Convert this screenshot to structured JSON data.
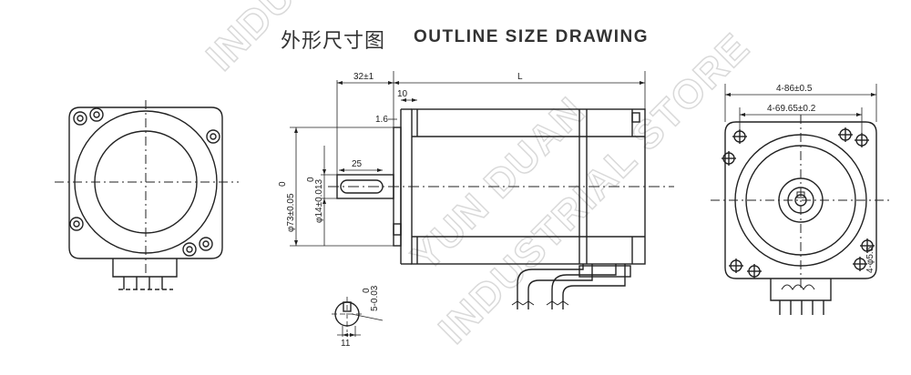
{
  "title": {
    "chinese": "外形尺寸图",
    "english": "OUTLINE SIZE DRAWING"
  },
  "side_view": {
    "shaft_length": "32±1",
    "body_length": "L",
    "flange_thickness": "10",
    "step": "1.6",
    "key_length": "25",
    "pilot_diameter": "φ73±0.05",
    "pilot_tolerance_zero": "0",
    "shaft_diameter": "φ14±0.013",
    "shaft_tolerance_zero": "0"
  },
  "shaft_section": {
    "key_width": "5-0.03",
    "key_tolerance_zero": "0",
    "key_depth": "11"
  },
  "end_view": {
    "bolt_pitch_outer": "4-86±0.5",
    "bolt_pitch_inner": "4-69.65±0.2",
    "hole_diameter": "4-φ5.5"
  },
  "watermark": [
    "INDUSTRY",
    "YUN DUAN",
    "INDUSTRIAL STORE"
  ],
  "colors": {
    "line": "#222222",
    "watermark": "#d9d9d9"
  }
}
